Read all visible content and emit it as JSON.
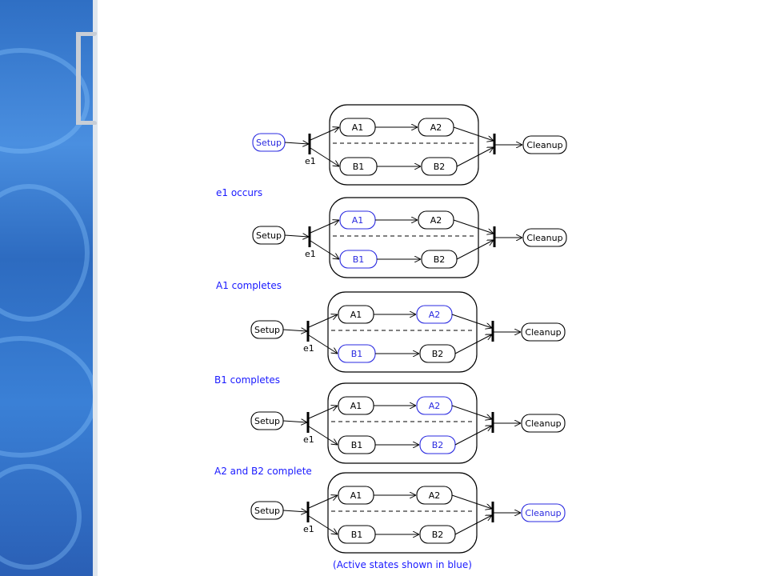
{
  "colors": {
    "active": "#2a2ae0",
    "inactive": "#000000",
    "caption": "#1a1aff"
  },
  "event_label": "e1",
  "node_labels": {
    "setup": "Setup",
    "a1": "A1",
    "a2": "A2",
    "b1": "B1",
    "b2": "B2",
    "cleanup": "Cleanup"
  },
  "panels": [
    {
      "active": [
        "setup"
      ],
      "caption": "e1 occurs"
    },
    {
      "active": [
        "a1",
        "b1"
      ],
      "caption": "A1 completes"
    },
    {
      "active": [
        "a2",
        "b1"
      ],
      "caption": "B1 completes"
    },
    {
      "active": [
        "a2",
        "b2"
      ],
      "caption": "A2 and B2 complete"
    },
    {
      "active": [
        "cleanup"
      ],
      "caption": ""
    }
  ],
  "footer_note": "(Active states shown in blue)"
}
